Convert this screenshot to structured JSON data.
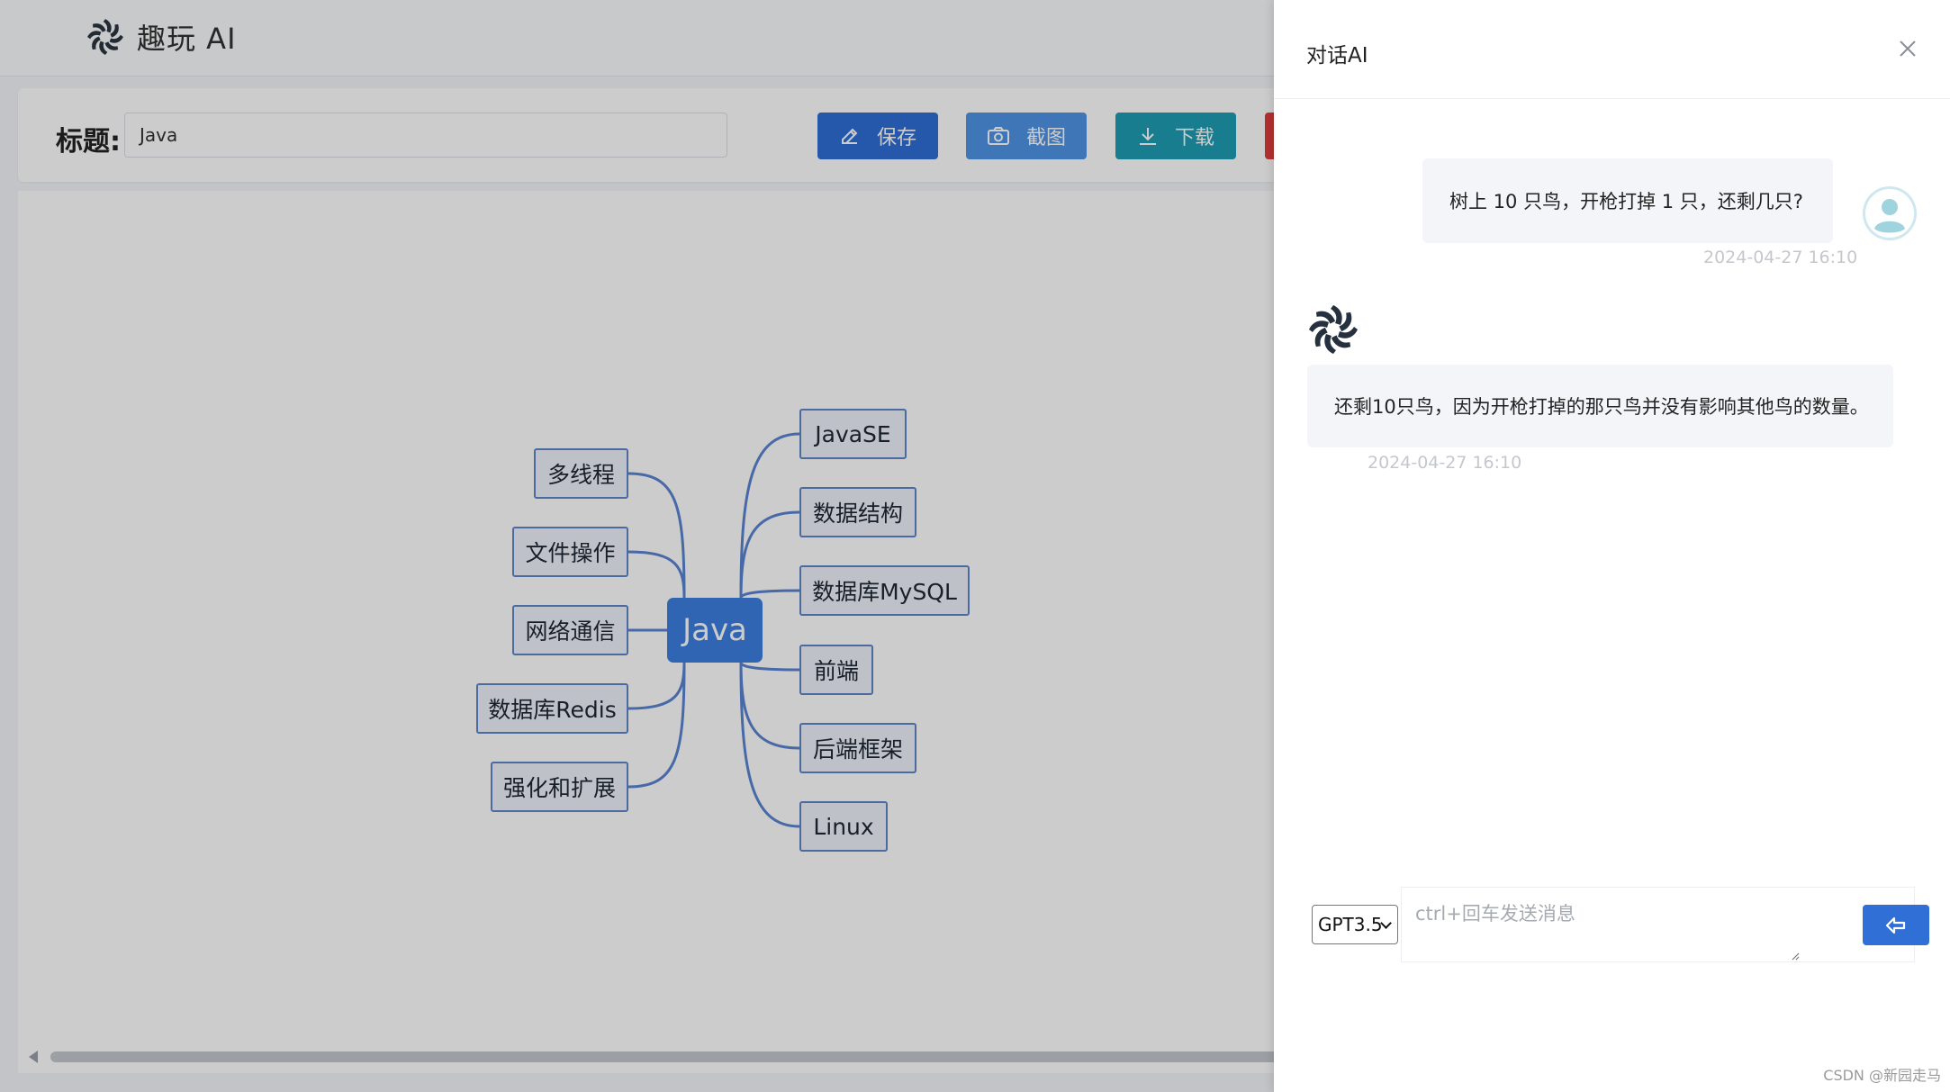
{
  "app": {
    "brand": "趣玩 AI",
    "title_label": "标题:",
    "title_value": "Java",
    "buttons": {
      "save": "保存",
      "screenshot": "截图",
      "download": "下载"
    }
  },
  "mindmap": {
    "root": "Java",
    "left": [
      "多线程",
      "文件操作",
      "网络通信",
      "数据库Redis",
      "强化和扩展"
    ],
    "right": [
      "JavaSE",
      "数据结构",
      "数据库MySQL",
      "前端",
      "后端框架",
      "Linux"
    ]
  },
  "drawer": {
    "title": "对话AI",
    "messages": [
      {
        "role": "user",
        "text": "树上 10 只鸟，开枪打掉 1 只，还剩几只?",
        "time": "2024-04-27 16:10"
      },
      {
        "role": "ai",
        "text": "还剩10只鸟，因为开枪打掉的那只鸟并没有影响其他鸟的数量。",
        "time": "2024-04-27 16:10"
      }
    ],
    "model": "GPT3.5",
    "input_placeholder": "ctrl+回车发送消息"
  },
  "watermark": "CSDN @新园走马",
  "colors": {
    "primary": "#2f6fd6",
    "screenshot": "#4f94e6",
    "download": "#1f9db3",
    "danger": "#e03c3c",
    "node_border": "#5e86c9"
  },
  "icons": [
    "logo-icon",
    "edit-icon",
    "camera-icon",
    "download-icon",
    "close-icon",
    "user-avatar-icon",
    "ai-logo-icon",
    "send-icon"
  ]
}
